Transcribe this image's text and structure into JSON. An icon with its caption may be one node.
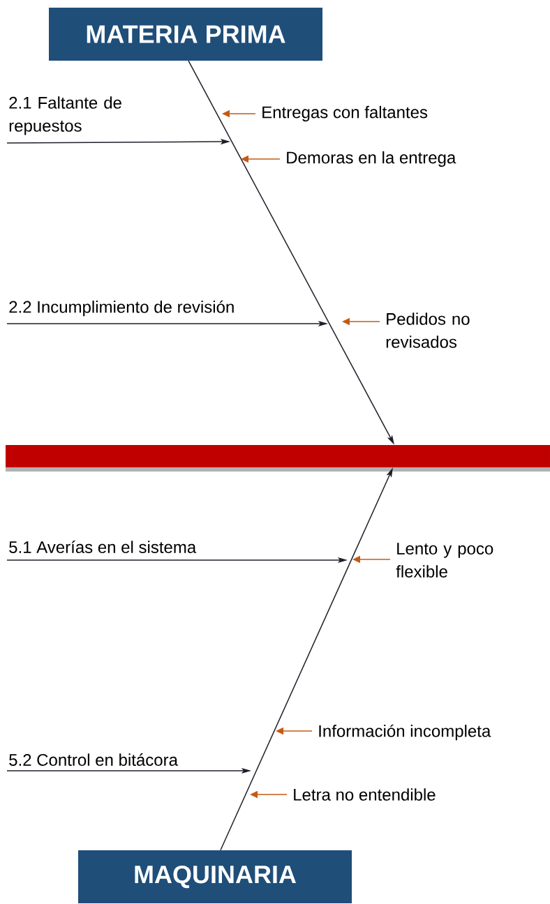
{
  "diagram": {
    "nodes": [
      {
        "text": [
          "MATERIA PRIMA"
        ]
      },
      {
        "text": [],
        "shape": "bar"
      },
      {
        "text": [
          "MAQUINARIA"
        ]
      },
      {
        "text": [
          "2.1 Faltante de repuestos"
        ]
      },
      {
        "text": [
          "Entregas con faltantes"
        ]
      },
      {
        "text": [
          "Demoras en la entrega"
        ]
      },
      {
        "text": [
          "2.2 Incumplimiento de revisión"
        ]
      },
      {
        "text": [
          "Pedidos no revisados"
        ]
      },
      {
        "text": [
          "5.1 Averías en el sistema"
        ]
      },
      {
        "text": [
          "Lento y poco flexible"
        ]
      },
      {
        "text": [
          "Información incompleta"
        ]
      },
      {
        "text": [
          "5.2 Control en bitácora"
        ]
      },
      {
        "text": [
          "Letra no entendible"
        ]
      }
    ],
    "edges": [
      {
        "from": 0,
        "to": 1,
        "arrow": "to"
      },
      {
        "from": 2,
        "to": 1,
        "arrow": "to"
      },
      {
        "from": 3,
        "to": null,
        "arrow": "to"
      },
      {
        "from": 4,
        "to": null,
        "arrow": "to",
        "color": "#c55a11"
      },
      {
        "from": 5,
        "to": null,
        "arrow": "to",
        "color": "#c55a11"
      },
      {
        "from": 6,
        "to": null,
        "arrow": "to"
      },
      {
        "from": 7,
        "to": null,
        "arrow": "to",
        "color": "#c55a11"
      },
      {
        "from": 8,
        "to": null,
        "arrow": "to"
      },
      {
        "from": 9,
        "to": null,
        "arrow": "to",
        "color": "#c55a11"
      },
      {
        "from": 10,
        "to": null,
        "arrow": "to",
        "color": "#c55a11"
      },
      {
        "from": 11,
        "to": null,
        "arrow": "to"
      },
      {
        "from": 12,
        "to": null,
        "arrow": "to",
        "color": "#c55a11"
      }
    ]
  }
}
